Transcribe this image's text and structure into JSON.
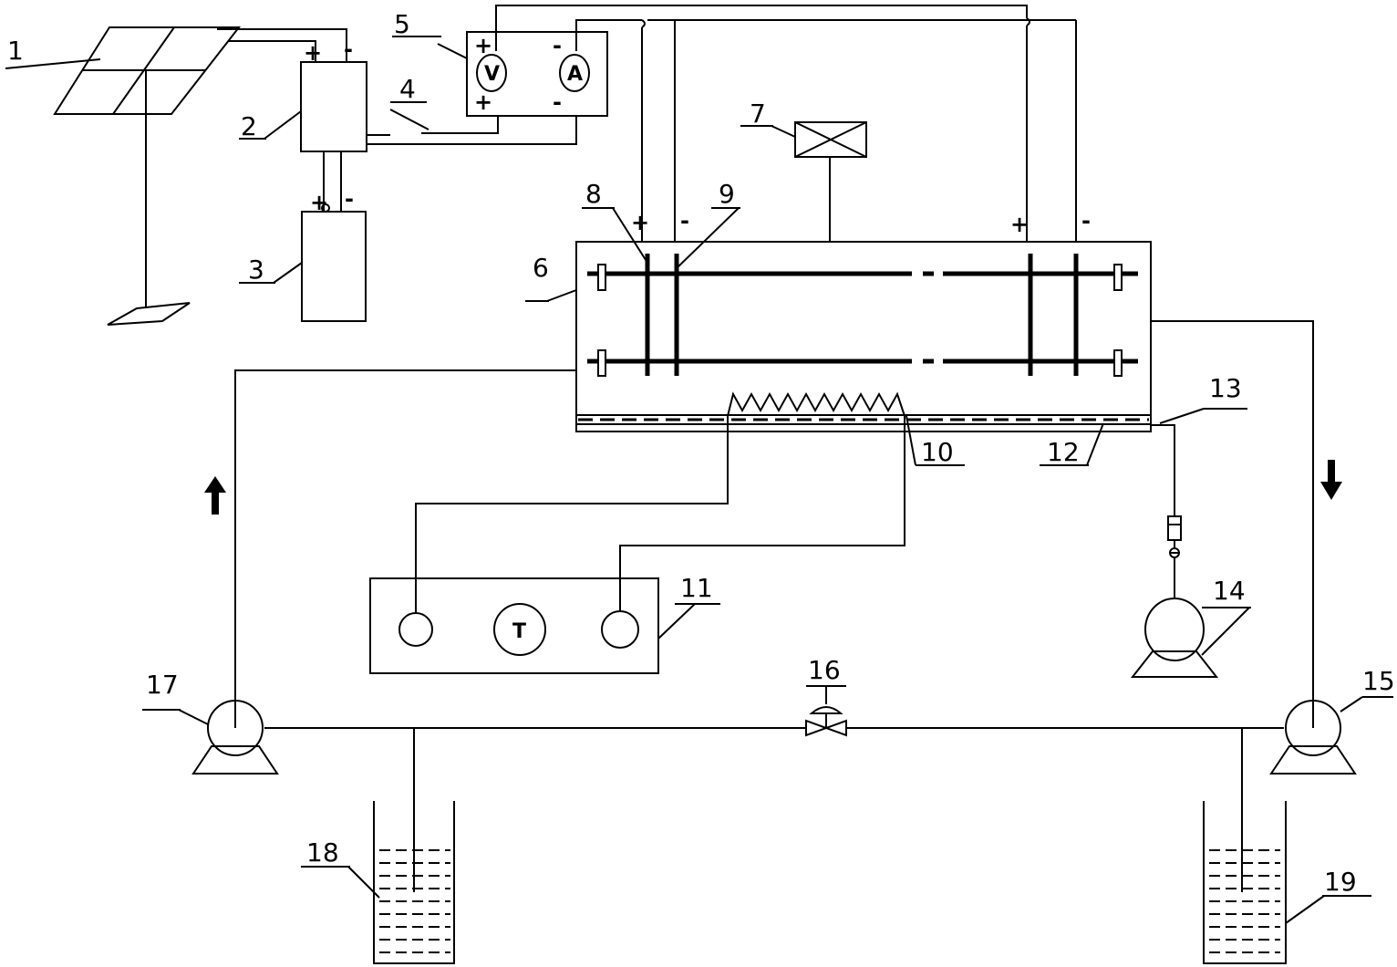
{
  "labels": {
    "l1": "1",
    "l2": "2",
    "l3": "3",
    "l4": "4",
    "l5": "5",
    "l6": "6",
    "l7": "7",
    "l8": "8",
    "l9": "9",
    "l10": "10",
    "l11": "11",
    "l12": "12",
    "l13": "13",
    "l14": "14",
    "l15": "15",
    "l16": "16",
    "l17": "17",
    "l18": "18",
    "l19": "19"
  },
  "polarity": {
    "plus": "+",
    "minus": "-"
  },
  "meters": {
    "voltmeter": "V",
    "ammeter": "A",
    "thermostat": "T"
  },
  "icons": {
    "flow_up": "arrow-up-icon",
    "flow_down": "arrow-down-icon"
  }
}
